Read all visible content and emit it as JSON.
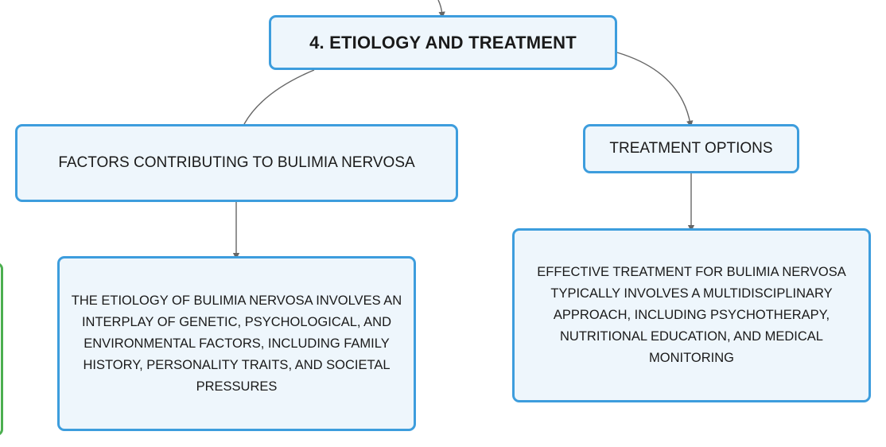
{
  "diagram": {
    "root": {
      "label": "4. ETIOLOGY AND TREATMENT"
    },
    "factors": {
      "label": "FACTORS CONTRIBUTING TO BULIMIA NERVOSA"
    },
    "treatment": {
      "label": "TREATMENT OPTIONS"
    },
    "etiology_detail": {
      "label": "THE ETIOLOGY OF BULIMIA NERVOSA INVOLVES AN INTERPLAY OF GENETIC, PSYCHOLOGICAL, AND ENVIRONMENTAL FACTORS, INCLUDING FAMILY HISTORY, PERSONALITY TRAITS, AND SOCIETAL PRESSURES"
    },
    "treatment_detail": {
      "label": "EFFECTIVE TREATMENT FOR BULIMIA NERVOSA TYPICALLY INVOLVES A MULTIDISCIPLINARY APPROACH, INCLUDING PSYCHOTHERAPY, NUTRITIONAL EDUCATION, AND MEDICAL MONITORING"
    }
  },
  "colors": {
    "node_border": "#3d9ddd",
    "node_fill": "#eef6fc",
    "connector": "#666666",
    "offscreen_node_border": "#4caf50"
  }
}
